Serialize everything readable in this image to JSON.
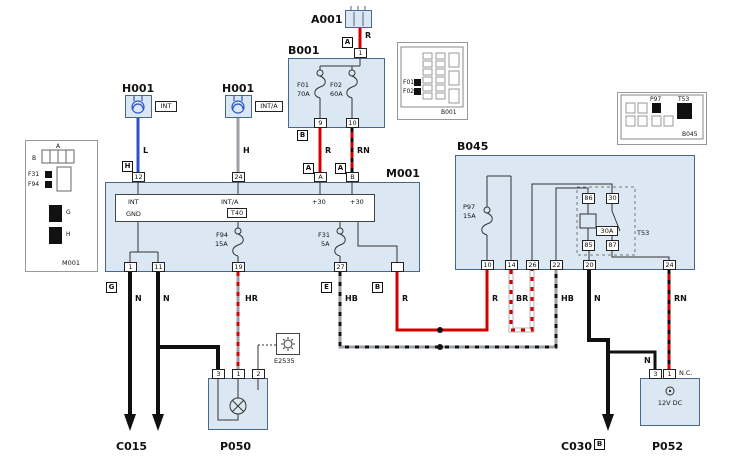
{
  "labels": {
    "a001": "A001",
    "b001": "B001",
    "h001_left": "H001",
    "h001_right": "H001",
    "m001": "M001",
    "b045": "B045",
    "c015": "C015",
    "p050": "P050",
    "c030": "C030",
    "p052": "P052",
    "e2535": "E2535"
  },
  "refs": {
    "a": "A",
    "b": "B",
    "e": "E",
    "g": "G",
    "h": "H"
  },
  "wire_labels": {
    "r": "R",
    "rn": "RN",
    "l": "L",
    "h": "H",
    "n": "N",
    "hr": "HR",
    "hb": "HB",
    "br": "BR"
  },
  "b001": {
    "top_pin": "1",
    "fuse1": "F01",
    "fuse1_amp": "70A",
    "fuse2": "F02",
    "fuse2_amp": "60A",
    "pin9": "9",
    "pin10": "10"
  },
  "h001": {
    "left_tag": "INT",
    "right_tag": "INT/A"
  },
  "m001": {
    "pin12": "12",
    "pin24": "24",
    "pinA": "A",
    "pinB": "B",
    "int": "INT",
    "gnd": "GND",
    "inta": "INT/A",
    "t40": "T40",
    "plus30_1": "+30",
    "plus30_2": "+30",
    "f94": "F94",
    "f94_amp": "15A",
    "f31": "F31",
    "f31_amp": "5A",
    "pin1": "1",
    "pin11": "11",
    "pin19": "19",
    "pin27": "27",
    "pin_out": ""
  },
  "b045": {
    "p97": "P97",
    "p97_amp": "15A",
    "relay": {
      "t86": "86",
      "t30": "30",
      "t85": "85",
      "t87": "87",
      "rating": "30A",
      "id": "T53"
    },
    "pin10": "10",
    "pin14": "14",
    "pin26": "26",
    "pin22": "22",
    "pin20": "20",
    "pin24": "24"
  },
  "p050": {
    "pin3": "3",
    "pin1": "1",
    "pin2": "2"
  },
  "p052": {
    "pin3": "3",
    "pin1": "1",
    "nc": "N.C.",
    "voltage": "12V DC"
  },
  "insets": {
    "m001": {
      "a": "A",
      "b": "B",
      "f31": "F31",
      "f94": "F94",
      "g": "G",
      "h": "H",
      "label": "M001"
    },
    "b001": {
      "f01": "F01",
      "f02": "F02",
      "label": "B001"
    },
    "b045": {
      "p97": "P97",
      "t53": "T53",
      "label": "B045"
    }
  }
}
